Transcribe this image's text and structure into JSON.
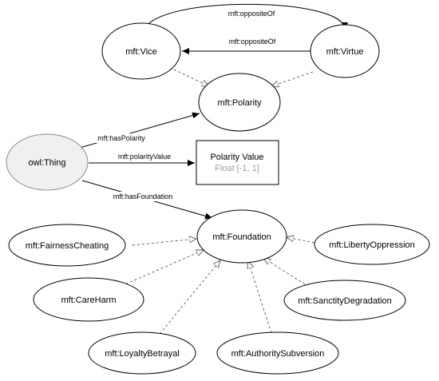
{
  "nodes": {
    "vice": "mft:Vice",
    "virtue": "mft:Virtue",
    "polarity": "mft:Polarity",
    "thing": "owl:Thing",
    "foundation": "mft:Foundation",
    "fairness_cheating": "mft:FairnessCheating",
    "liberty_oppression": "mft:LibertyOppression",
    "care_harm": "mft:CareHarm",
    "sanctity_degradation": "mft:SanctityDegradation",
    "loyalty_betrayal": "mft:LoyaltyBetrayal",
    "authority_subversion": "mft:AuthoritySubversion"
  },
  "polarity_value_box": {
    "title": "Polarity Value",
    "subtitle": "Float [-1, 1]"
  },
  "edges": {
    "opposite_of_top": "mft:oppositeOf",
    "opposite_of_middle": "mft:oppositeOf",
    "has_polarity": "mft:hasPolarity",
    "polarity_value": "mft:polarityValue",
    "has_foundation": "mft:hasFoundation"
  }
}
